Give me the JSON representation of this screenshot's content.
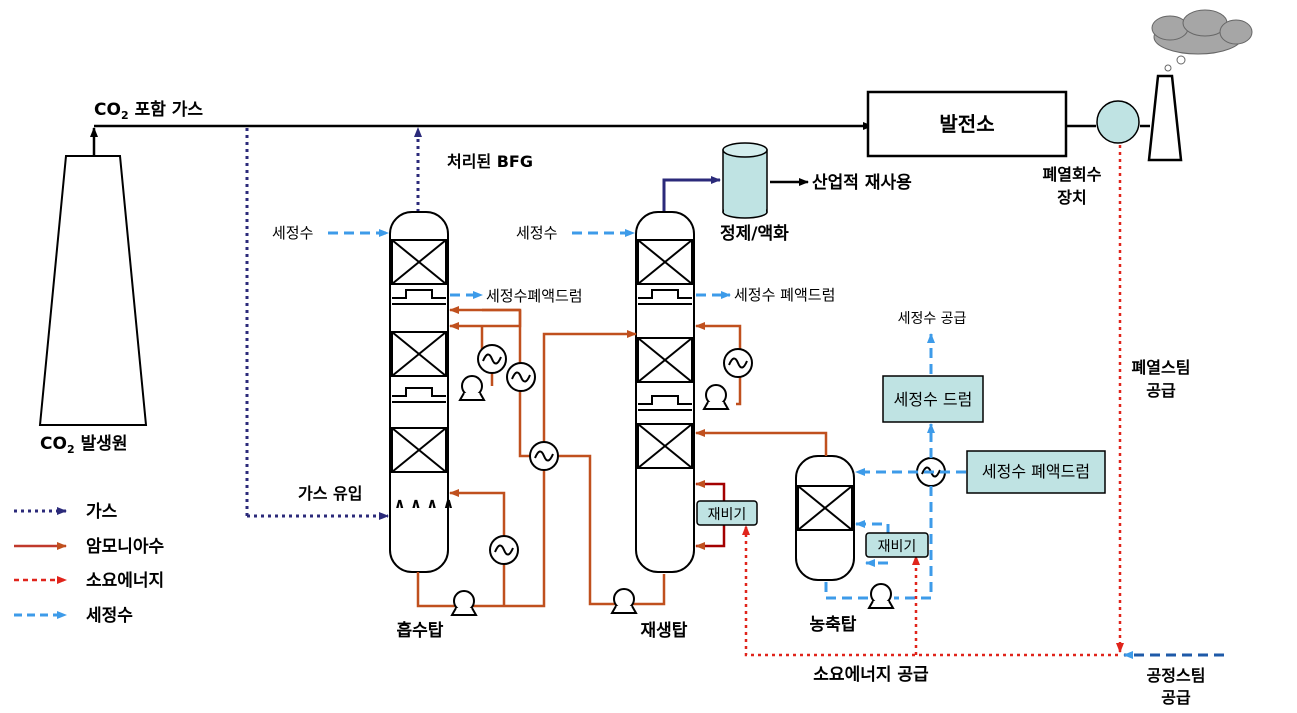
{
  "labels": {
    "co2_gas_main": "CO",
    "co2_gas_sub": "2",
    "co2_gas_rest": "포함 가스",
    "co2_source_main": "CO",
    "co2_source_sub": "2",
    "co2_source_rest": "발생원",
    "power_plant": "발전소",
    "treated_bfg": "처리된 BFG",
    "purification": "정제/액화",
    "industrial_reuse": "산업적 재사용",
    "heat_recovery_1": "폐열회수",
    "heat_recovery_2": "장치",
    "wash_water_1": "세정수",
    "wash_water_2": "세정수",
    "wash_drum_1": "세정수폐액드럼",
    "wash_drum_2": "세정수 폐액드럼",
    "wash_supply": "세정수 공급",
    "wash_water_drum": "세정수 드럼",
    "wash_waste_drum": "세정수 폐액드럼",
    "waste_steam_1": "폐열스팀",
    "waste_steam_2": "공급",
    "gas_inlet": "가스 유입",
    "reboiler_1": "재비기",
    "reboiler_2": "재비기",
    "absorber": "흡수탑",
    "regenerator": "재생탑",
    "concentrator": "농축탑",
    "energy_supply": "소요에너지 공급",
    "process_steam_1": "공정스팀",
    "process_steam_2": "공급"
  },
  "legend": [
    {
      "label": "가스",
      "color": "#2b2a7a",
      "style": "dotted"
    },
    {
      "label": "암모니아수",
      "color": "#c0392b",
      "style": "solid"
    },
    {
      "label": "소요에너지",
      "color": "#e0241b",
      "style": "dashed"
    },
    {
      "label": "세정수",
      "color": "#3d9be9",
      "style": "dashed"
    }
  ],
  "colors": {
    "gas": "#2b2a7a",
    "ammonia": "#c0501e",
    "energy": "#e0241b",
    "wash": "#3d9be9",
    "box_fill": "#bfe3e3",
    "cloud": "#a6a6a6"
  }
}
